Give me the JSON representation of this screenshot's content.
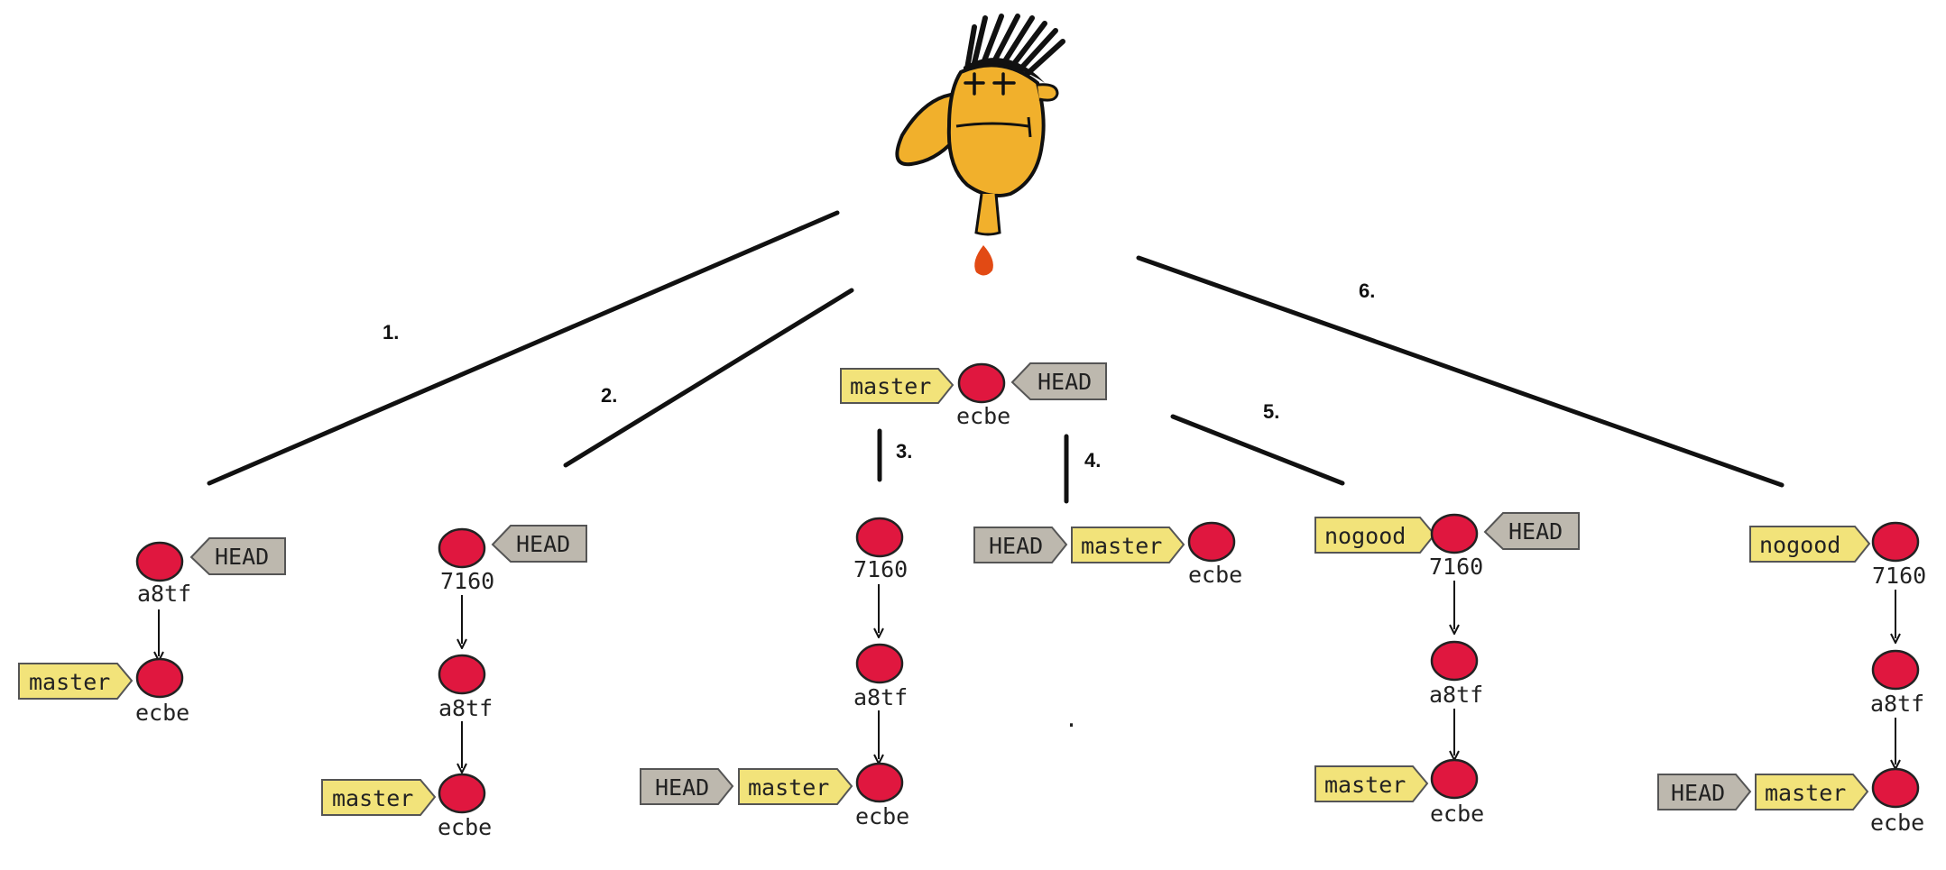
{
  "diagram": {
    "colors": {
      "commit_fill": "#E0173F",
      "branch_tag": "#F2E37A",
      "head_tag": "#BDB8AE",
      "face": "#F1B02C",
      "hair": "#111111",
      "drop": "#E24A14"
    },
    "icon": "dizzy-cartoon-head-icon",
    "steps": [
      "1.",
      "2.",
      "3.",
      "4.",
      "5.",
      "6."
    ],
    "top_state": {
      "commit": "ecbe",
      "left_tag": "master",
      "right_tag": "HEAD"
    },
    "scenario1": {
      "commits": [
        "a8tf",
        "ecbe"
      ],
      "tags": [
        "HEAD",
        "master"
      ]
    },
    "scenario2": {
      "commits": [
        "7160",
        "a8tf",
        "ecbe"
      ],
      "tags": [
        "HEAD",
        "master"
      ]
    },
    "scenario3": {
      "commits": [
        "7160",
        "a8tf",
        "ecbe"
      ],
      "tags": [
        "HEAD",
        "master"
      ]
    },
    "scenario4": {
      "commits": [
        "ecbe"
      ],
      "tags": [
        "HEAD",
        "master"
      ],
      "dot": "."
    },
    "scenario5": {
      "commits": [
        "7160",
        "a8tf",
        "ecbe"
      ],
      "tags": [
        "nogood",
        "HEAD",
        "master"
      ]
    },
    "scenario6": {
      "commits": [
        "7160",
        "a8tf",
        "ecbe"
      ],
      "tags": [
        "nogood",
        "HEAD",
        "master"
      ]
    }
  }
}
